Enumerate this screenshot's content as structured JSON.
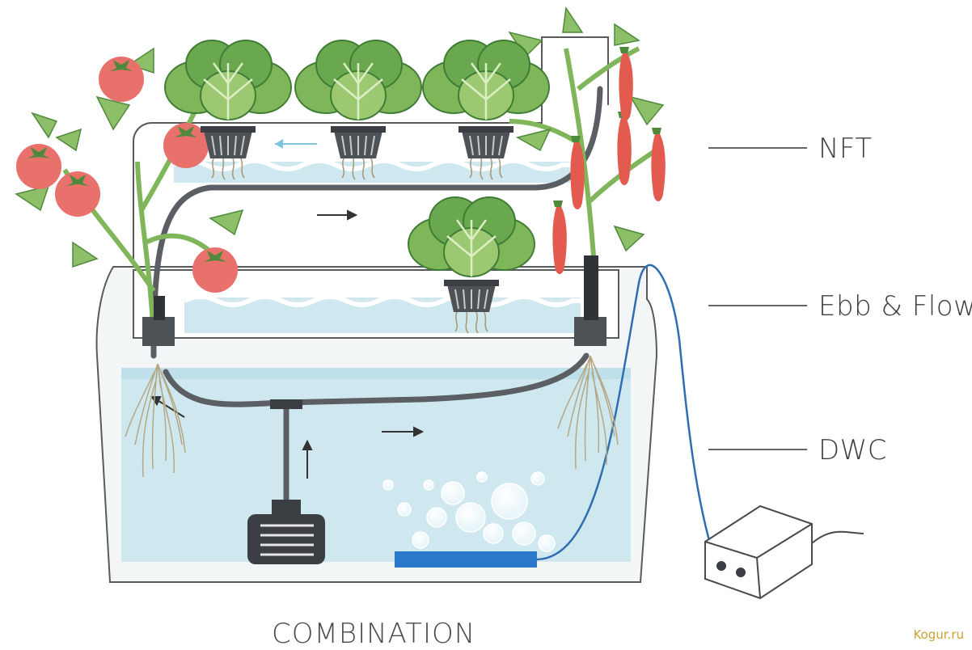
{
  "labels": {
    "nft": "NFT",
    "ebb_flow": "Ebb & Flow",
    "dwc": "DWC"
  },
  "title": "COMBINATION",
  "watermark": "Kogur.ru",
  "colors": {
    "water": "#cfe8ef",
    "water_deep": "#bfe0ea",
    "tube": "#5b5f63",
    "air_line": "#2f6db3",
    "air_stone": "#2a78c9",
    "leaf": "#6aa84f",
    "leaf_dark": "#3f7d35",
    "tomato": "#e8716b",
    "pepper": "#e35b4f",
    "outline": "#5a5a5a"
  }
}
